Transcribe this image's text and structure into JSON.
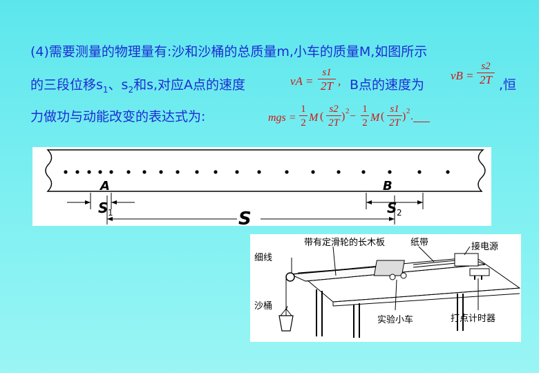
{
  "text": {
    "line1": "(4)需要测量的物理量有:沙和沙桶的总质量m,小车的质量M,如图所示",
    "line2a": "的三段位移s",
    "sub1": "1",
    "sep1": "、s",
    "sub2": "2",
    "line2b": "和s,对应A点的速度",
    "line2c": "B点的速度为",
    "comma_heng": ",恒",
    "line3": "力做功与动能改变的表达式为:"
  },
  "formula": {
    "vA_lhs": "vA =",
    "vA_num": "s1",
    "vA_den": "2T",
    "vA_tail": ",",
    "vB_lhs": "vB =",
    "vB_num": "s2",
    "vB_den": "2T",
    "energy_lhs": "mgs =",
    "half": "1",
    "two": "2",
    "M": "M",
    "s2": "s2",
    "s1": "s1",
    "den": "2T",
    "squared": "2",
    "minus": "−",
    "dot": "."
  },
  "tape": {
    "label_A": "A",
    "label_B": "B",
    "label_s_big": "S",
    "label_s1": "S",
    "label_s2": "S",
    "sub1": "1",
    "sub2": "2"
  },
  "apparatus": {
    "board": "带有定滑轮的长木板",
    "tape": "纸带",
    "power": "接电源",
    "string": "细线",
    "bucket": "沙桶",
    "cart": "实验小车",
    "timer": "打点计时器"
  },
  "colors": {
    "blue_text": "#1e2bd6",
    "red_formula": "#d41414",
    "background": "#6fedf0"
  }
}
